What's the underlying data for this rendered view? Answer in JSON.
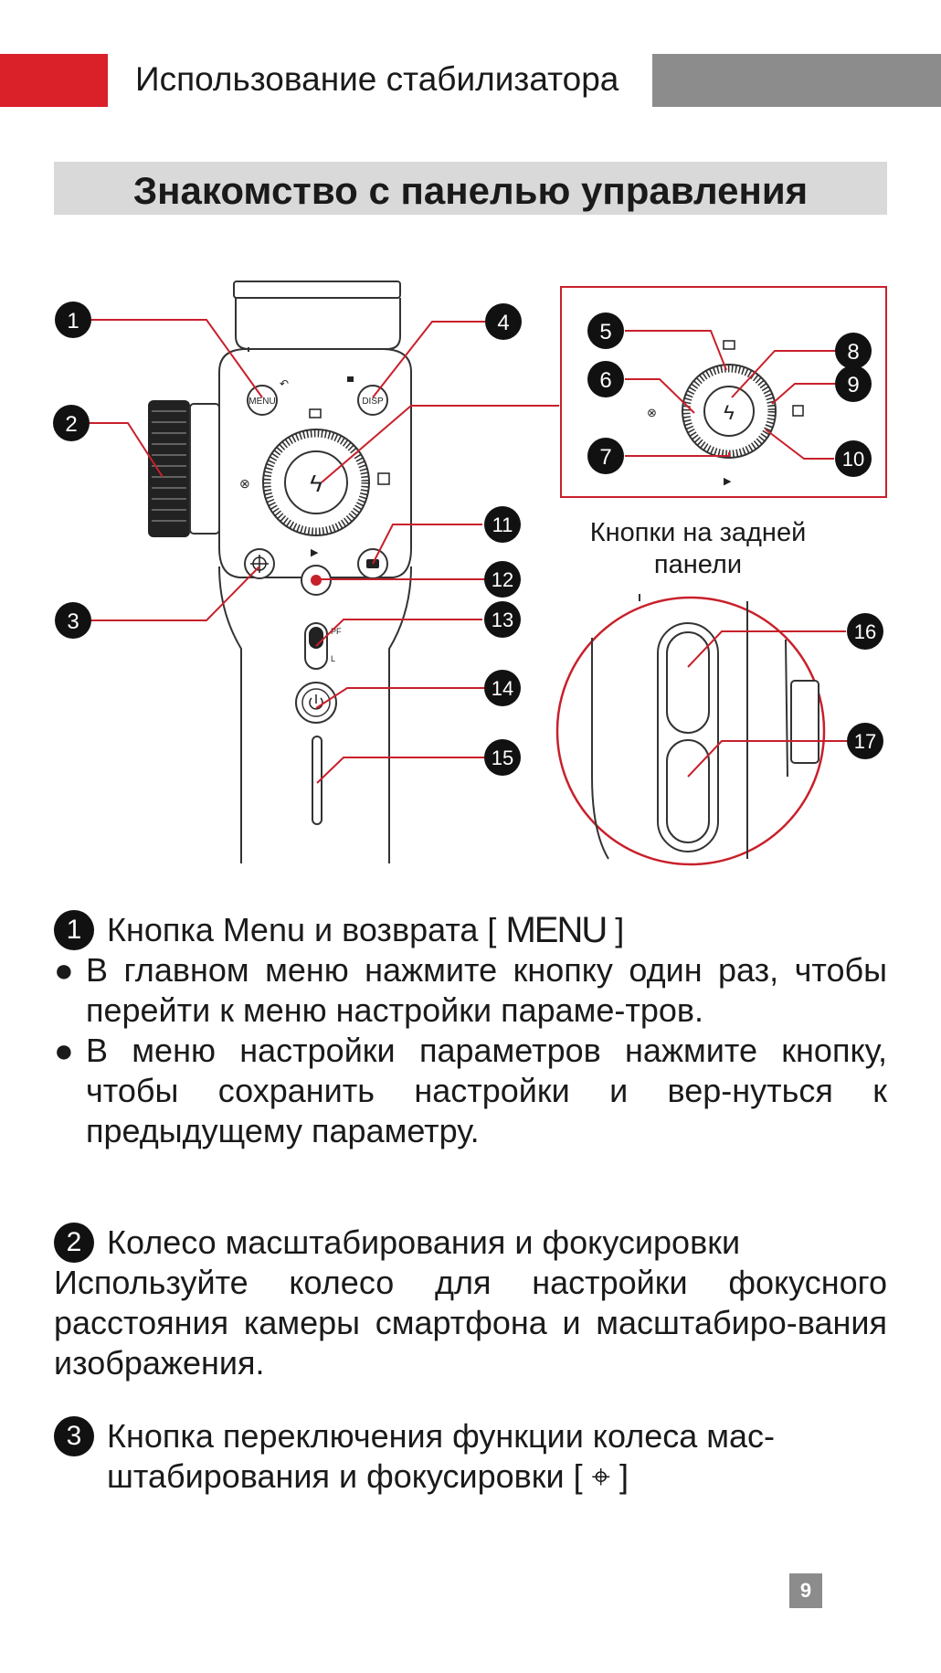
{
  "header": {
    "title": "Использование стабилизатора"
  },
  "section": {
    "title": "Знакомство с панелью управления"
  },
  "diagram": {
    "callouts": [
      "1",
      "2",
      "3",
      "4",
      "5",
      "6",
      "7",
      "8",
      "9",
      "10",
      "11",
      "12",
      "13",
      "14",
      "15",
      "16",
      "17"
    ],
    "button_labels": {
      "menu": "MENU",
      "disp": "DISP",
      "pf": "PF",
      "l": "L"
    },
    "back_caption": "Кнопки на задней панели",
    "icons": [
      "back-arrow-icon",
      "flash-icon",
      "focus-target-icon",
      "camera-icon",
      "record-icon",
      "power-icon",
      "play-icon",
      "exposure-icon",
      "mode-icon",
      "sync-icon"
    ]
  },
  "items": [
    {
      "num": "1",
      "title": "Кнопка Menu и возврата [",
      "title_symbol": "MENU",
      "title_end": "]",
      "bullets": [
        "В главном меню нажмите кнопку один раз, чтобы перейти к меню настройки параме-тров.",
        "В меню настройки параметров нажмите кнопку, чтобы сохранить настройки и вер-нуться к предыдущему параметру."
      ]
    },
    {
      "num": "2",
      "title": "Колесо масштабирования и фокусировки",
      "body": "Используйте колесо для настройки фокусного расстояния камеры смартфона и масштабиро-вания изображения."
    },
    {
      "num": "3",
      "title": "Кнопка переключения функции колеса мас-штабирования и фокусировки [",
      "title_symbol": "⌖",
      "title_end": "]"
    }
  ],
  "page_number": "9",
  "colors": {
    "accent": "#da2028",
    "grey": "#8c8c8c",
    "bar": "#d9d9d9"
  }
}
